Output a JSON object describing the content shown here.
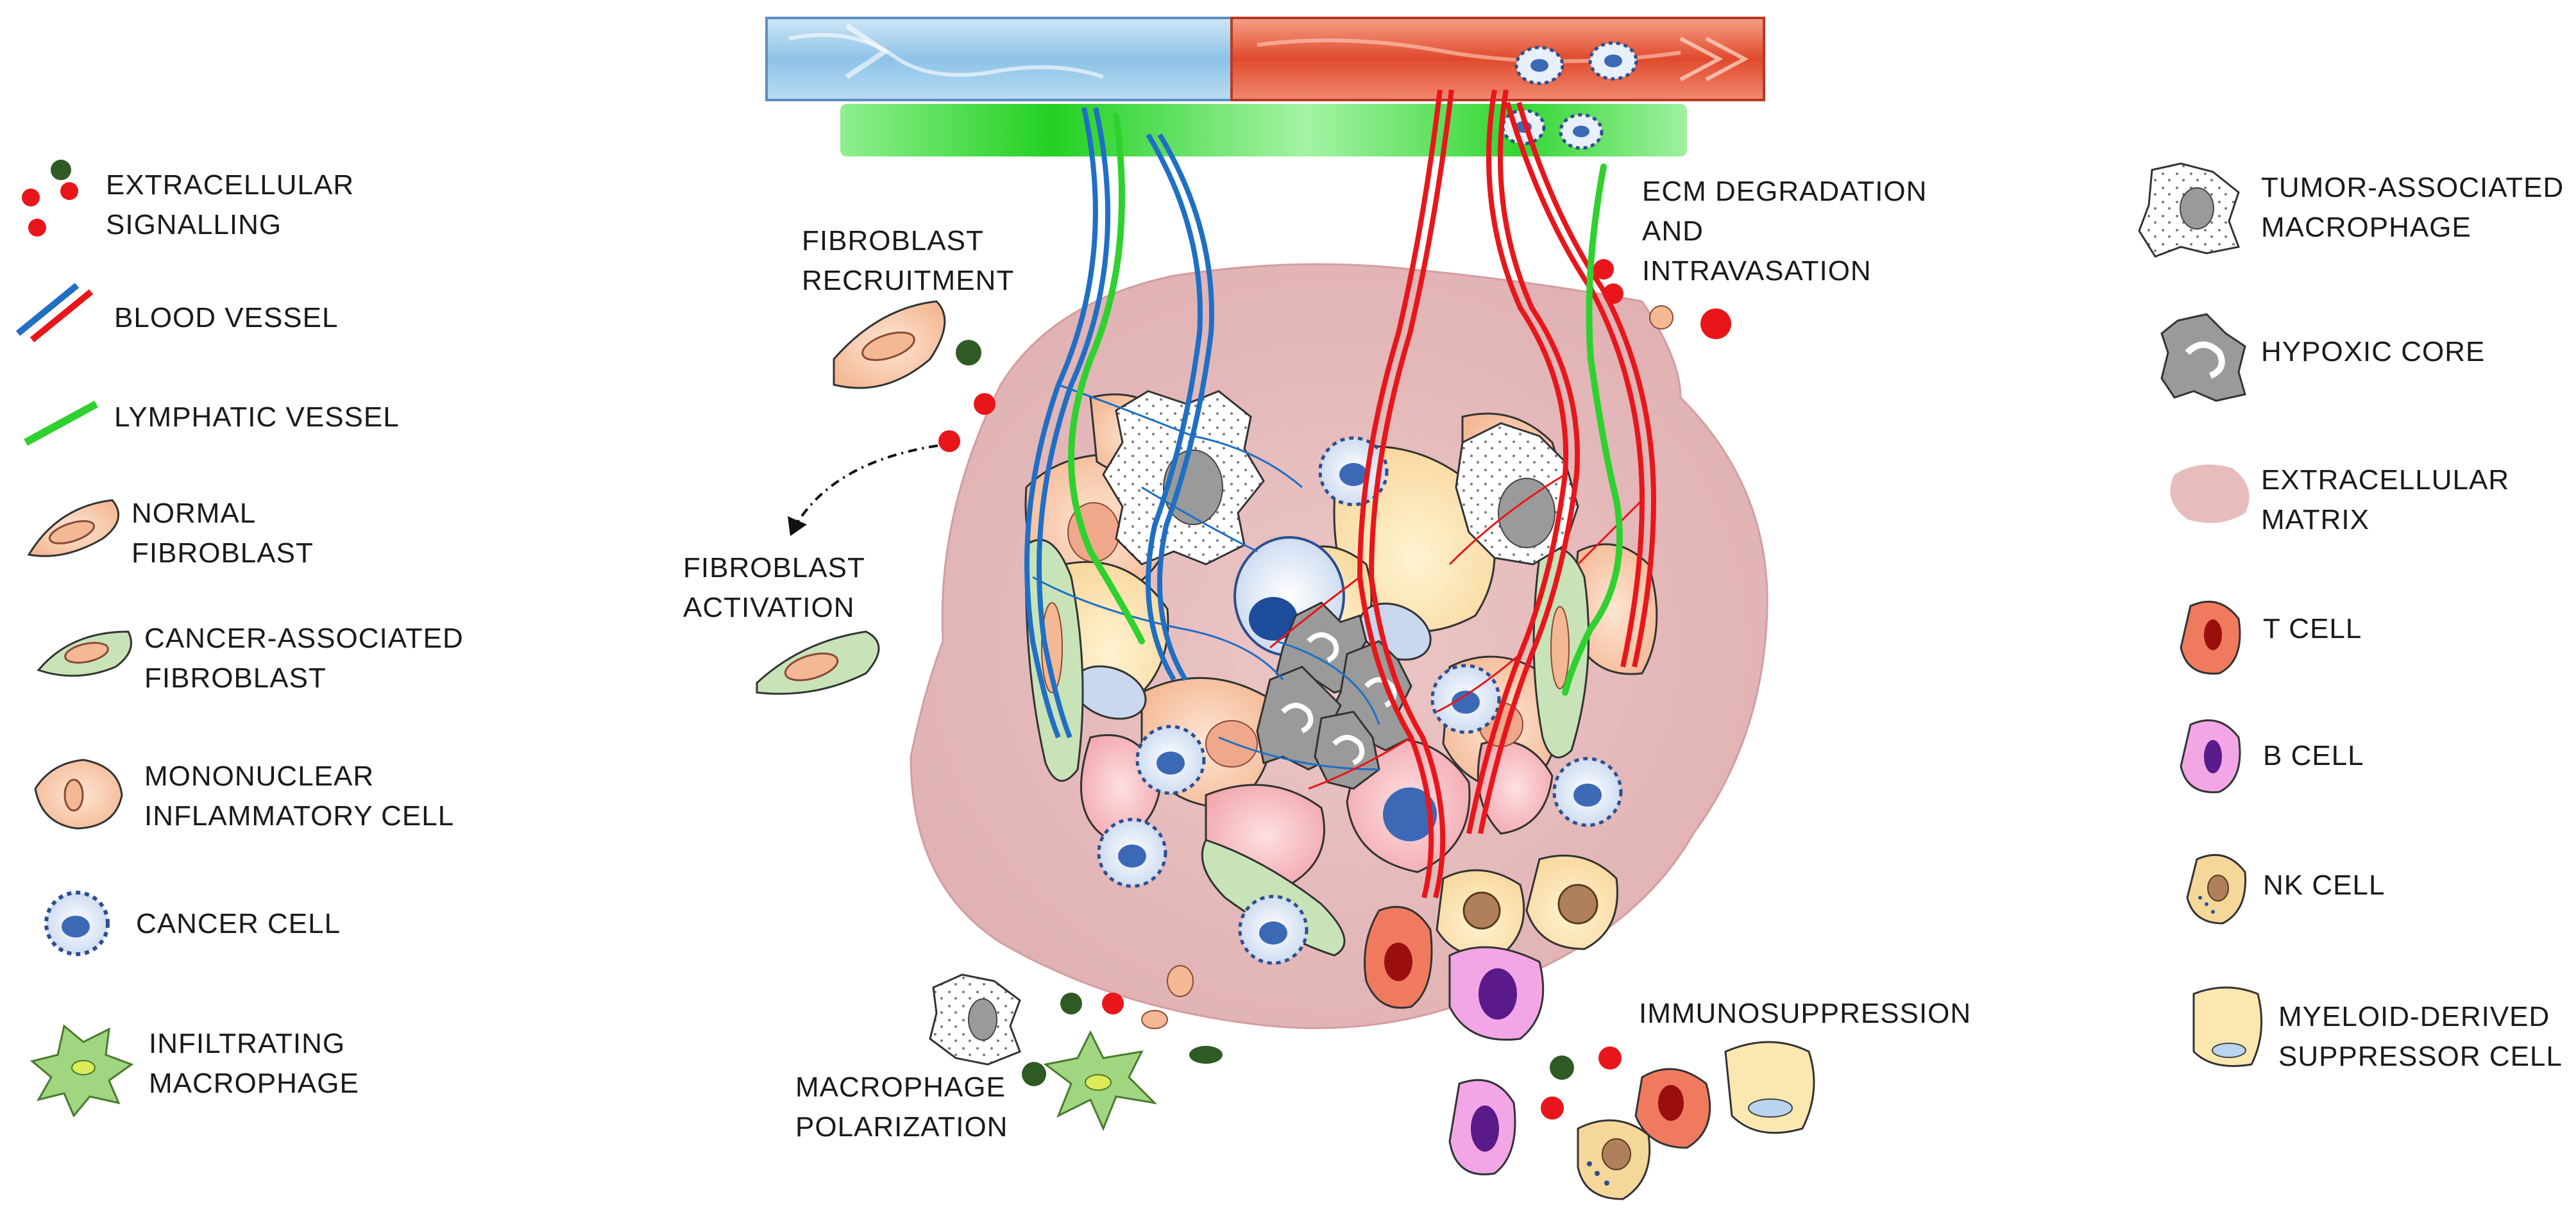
{
  "legend_left": [
    {
      "icon": "signalling-dots-icon",
      "lines": [
        "EXTRACELLULAR",
        "SIGNALLING"
      ]
    },
    {
      "icon": "blood-vessel-icon",
      "lines": [
        "BLOOD VESSEL"
      ]
    },
    {
      "icon": "lymphatic-vessel-icon",
      "lines": [
        "LYMPHATIC  VESSEL"
      ]
    },
    {
      "icon": "normal-fibroblast-icon",
      "lines": [
        "NORMAL",
        "FIBROBLAST"
      ]
    },
    {
      "icon": "cancer-associated-fibroblast-icon",
      "lines": [
        "CANCER-ASSOCIATED",
        "FIBROBLAST"
      ]
    },
    {
      "icon": "mononuclear-inflammatory-cell-icon",
      "lines": [
        "MONONUCLEAR",
        "INFLAMMATORY  CELL"
      ]
    },
    {
      "icon": "cancer-cell-icon",
      "lines": [
        "CANCER  CELL"
      ]
    },
    {
      "icon": "infiltrating-macrophage-icon",
      "lines": [
        "INFILTRATING",
        "MACROPHAGE"
      ]
    }
  ],
  "legend_right": [
    {
      "icon": "tumor-associated-macrophage-icon",
      "lines": [
        "TUMOR-ASSOCIATED",
        "MACROPHAGE"
      ]
    },
    {
      "icon": "hypoxic-core-icon",
      "lines": [
        "HYPOXIC  CORE"
      ]
    },
    {
      "icon": "extracellular-matrix-icon",
      "lines": [
        "EXTRACELLULAR",
        "MATRIX"
      ]
    },
    {
      "icon": "t-cell-icon",
      "lines": [
        "T CELL"
      ]
    },
    {
      "icon": "b-cell-icon",
      "lines": [
        "B CELL"
      ]
    },
    {
      "icon": "nk-cell-icon",
      "lines": [
        "NK CELL"
      ]
    },
    {
      "icon": "myeloid-derived-suppressor-cell-icon",
      "lines": [
        "MYELOID-DERIVED",
        "SUPPRESSOR CELL"
      ]
    }
  ],
  "processes": {
    "fibroblast_recruitment": [
      "FIBROBLAST",
      "RECRUITMENT"
    ],
    "fibroblast_activation": [
      "FIBROBLAST",
      "ACTIVATION"
    ],
    "ecm_degradation": [
      "ECM  DEGRADATION",
      "AND",
      "INTRAVASATION"
    ],
    "macrophage_polarization": [
      "MACROPHAGE",
      "POLARIZATION"
    ],
    "immunosuppression": [
      "IMMUNOSUPPRESSION"
    ]
  },
  "colors": {
    "blood_venous": "#1f6fc4",
    "blood_arterial": "#e8161b",
    "lymphatic": "#2fd12f",
    "ecm": "#e7bcbd",
    "fibroblast": "#f6c9a6",
    "caf": "#c9e3b8",
    "cancer_cell": "#dde8f7",
    "cancer_nucleus": "#3b69b5",
    "t_cell": "#f07a5e",
    "b_cell": "#f2a6e6",
    "nk_cell": "#f6d79a",
    "mdsc": "#fbe7b0",
    "hypoxic": "#9a9a9a",
    "signal_red": "#e8161b",
    "signal_green": "#2f5a24"
  }
}
